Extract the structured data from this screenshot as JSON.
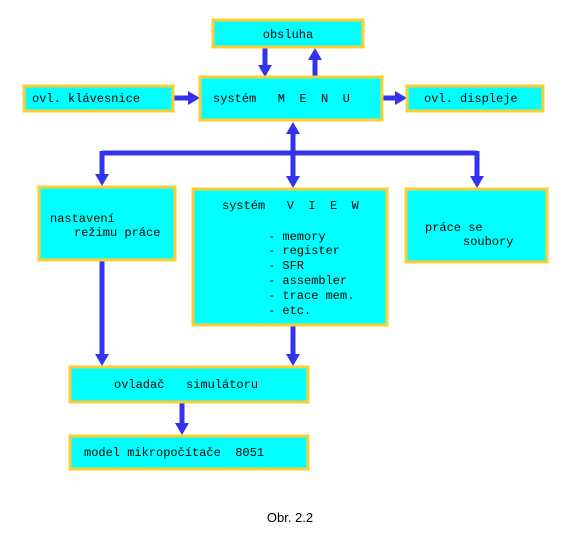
{
  "colors": {
    "box_fill": "#00ffff",
    "box_border": "#ffcc33",
    "arrow": "#3333ee"
  },
  "nodes": {
    "obsluha": "obsluha",
    "keyboard": "ovl. klávesnice",
    "menu": "systém   M  E  N  U",
    "display": "ovl. displeje",
    "settings": [
      "nastavení",
      "režimu práce"
    ],
    "view": {
      "title": "systém   V  I  E  W",
      "items": [
        "- memory",
        "- register",
        "- SFR",
        "- assembler",
        "- trace mem.",
        "- etc."
      ]
    },
    "files": [
      "práce se",
      "soubory"
    ],
    "driver": "ovladač   simulátoru",
    "model": "model mikropočítače  8051"
  },
  "caption": "Obr. 2.2"
}
